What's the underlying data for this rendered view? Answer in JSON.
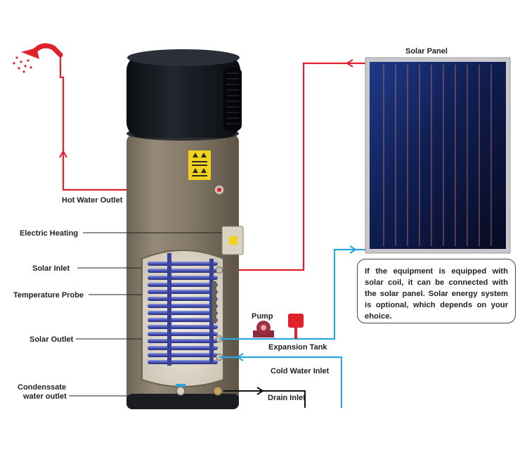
{
  "labels": {
    "solar_panel": "Solar Panel",
    "hot_water_outlet": "Hot Water Outlet",
    "electric_heating": "Electric Heating",
    "solar_inlet": "Solar Inlet",
    "temperature_probe": "Temperature Probe",
    "solar_outlet": "Solar Outlet",
    "condensate_line1": "Condenssate",
    "condensate_line2": "water outlet",
    "pump": "Pump",
    "expansion_tank": "Expansion Tank",
    "cold_water_inlet": "Cold Water Inlet",
    "drain_inlet": "Drain Inlet"
  },
  "note": {
    "text": "If the equipment is equipped with solar coil, it can be connected with the solar panel. Solar energy system is optional, which depends on your ehoice."
  },
  "colors": {
    "hot_pipe": "#e0202a",
    "cold_pipe": "#2aa7e0",
    "tank_body": "#857a6a",
    "tank_top": "#161a20",
    "panel_bg": "#101c4a",
    "coil": "#4b55b8"
  }
}
